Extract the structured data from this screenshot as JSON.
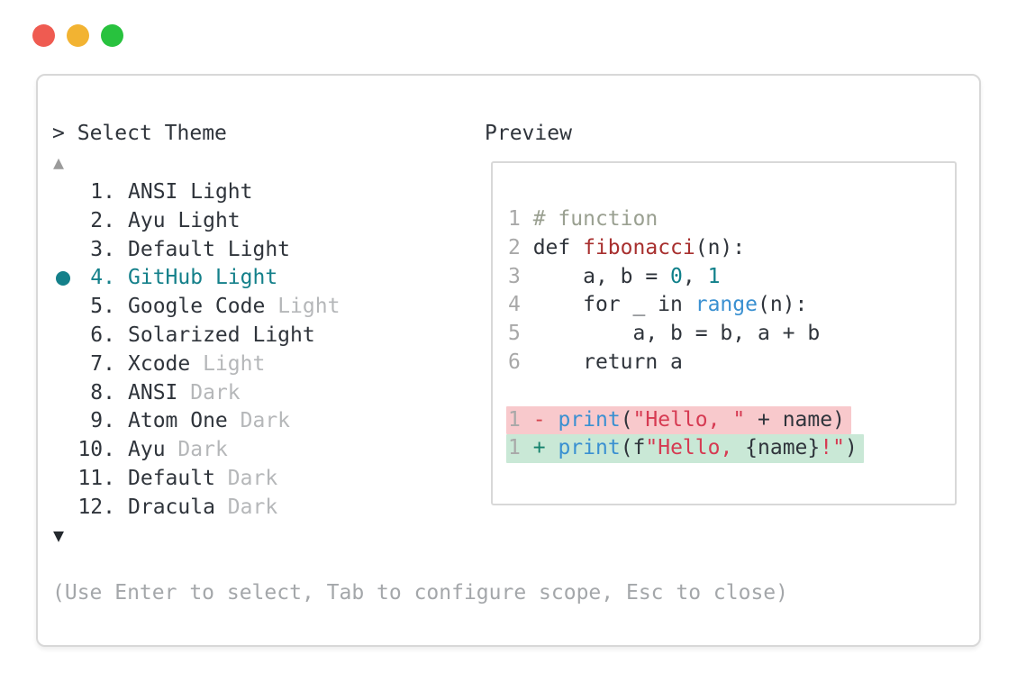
{
  "colors": {
    "traffic_red": "#ef5b51",
    "traffic_yellow": "#f2b332",
    "traffic_green": "#28c23e",
    "border": "#d8d8d8",
    "text": "#2f343b",
    "muted": "#b5b7b9",
    "footer_gray": "#a4a7aa",
    "accent_teal": "#14808a",
    "scroll_up": "#9b9b9b",
    "scroll_down": "#24292e",
    "line_number": "#a8a8a8",
    "comment": "#9aa091",
    "keyword_red": "#a8302f",
    "number_teal": "#10808a",
    "function_blue": "#3a90d1",
    "string_red": "#d63a52",
    "diff_minus": "#d64550",
    "diff_plus": "#16826d",
    "diff_removed_bg": "#f8c9cc",
    "diff_added_bg": "#c9e8d6"
  },
  "selector": {
    "prompt": ">",
    "title": "Select Theme",
    "scroll_up_icon": "▲",
    "scroll_down_icon": "▼",
    "items": [
      {
        "num": "1",
        "name": "ANSI",
        "variant": "Light",
        "variant_muted": false,
        "selected": false
      },
      {
        "num": "2",
        "name": "Ayu",
        "variant": "Light",
        "variant_muted": false,
        "selected": false
      },
      {
        "num": "3",
        "name": "Default",
        "variant": "Light",
        "variant_muted": false,
        "selected": false
      },
      {
        "num": "4",
        "name": "GitHub",
        "variant": "Light",
        "variant_muted": false,
        "selected": true
      },
      {
        "num": "5",
        "name": "Google Code",
        "variant": "Light",
        "variant_muted": true,
        "selected": false
      },
      {
        "num": "6",
        "name": "Solarized",
        "variant": "Light",
        "variant_muted": false,
        "selected": false
      },
      {
        "num": "7",
        "name": "Xcode",
        "variant": "Light",
        "variant_muted": true,
        "selected": false
      },
      {
        "num": "8",
        "name": "ANSI",
        "variant": "Dark",
        "variant_muted": true,
        "selected": false
      },
      {
        "num": "9",
        "name": "Atom One",
        "variant": "Dark",
        "variant_muted": true,
        "selected": false
      },
      {
        "num": "10",
        "name": "Ayu",
        "variant": "Dark",
        "variant_muted": true,
        "selected": false
      },
      {
        "num": "11",
        "name": "Default",
        "variant": "Dark",
        "variant_muted": true,
        "selected": false
      },
      {
        "num": "12",
        "name": "Dracula",
        "variant": "Dark",
        "variant_muted": true,
        "selected": false
      }
    ],
    "footer": "(Use Enter to select, Tab to configure scope, Esc to close)"
  },
  "preview": {
    "label": "Preview",
    "code_lines": [
      {
        "no": "1",
        "tokens": [
          {
            "t": " # function",
            "c": "comment"
          }
        ]
      },
      {
        "no": "2",
        "tokens": [
          {
            "t": " def ",
            "c": "text"
          },
          {
            "t": "fibonacci",
            "c": "keyword_red"
          },
          {
            "t": "(n):",
            "c": "text"
          }
        ]
      },
      {
        "no": "3",
        "tokens": [
          {
            "t": "     a, b = ",
            "c": "text"
          },
          {
            "t": "0",
            "c": "number_teal"
          },
          {
            "t": ", ",
            "c": "text"
          },
          {
            "t": "1",
            "c": "number_teal"
          }
        ]
      },
      {
        "no": "4",
        "tokens": [
          {
            "t": "     for _ in ",
            "c": "text"
          },
          {
            "t": "range",
            "c": "function_blue"
          },
          {
            "t": "(n):",
            "c": "text"
          }
        ]
      },
      {
        "no": "5",
        "tokens": [
          {
            "t": "         a, b = b, a + b",
            "c": "text"
          }
        ]
      },
      {
        "no": "6",
        "tokens": [
          {
            "t": "     return a",
            "c": "text"
          }
        ]
      },
      {
        "no": "",
        "tokens": []
      },
      {
        "no": "1",
        "bg": "removed",
        "tokens": [
          {
            "t": " ",
            "c": "text"
          },
          {
            "t": "-",
            "c": "diff_minus"
          },
          {
            "t": " ",
            "c": "text"
          },
          {
            "t": "print",
            "c": "function_blue"
          },
          {
            "t": "(",
            "c": "text"
          },
          {
            "t": "\"Hello, \"",
            "c": "string_red"
          },
          {
            "t": " + name)",
            "c": "text"
          }
        ]
      },
      {
        "no": "1",
        "bg": "added",
        "tokens": [
          {
            "t": " ",
            "c": "text"
          },
          {
            "t": "+",
            "c": "diff_plus"
          },
          {
            "t": " ",
            "c": "text"
          },
          {
            "t": "print",
            "c": "function_blue"
          },
          {
            "t": "(f",
            "c": "text"
          },
          {
            "t": "\"Hello, ",
            "c": "string_red"
          },
          {
            "t": "{name}",
            "c": "text"
          },
          {
            "t": "!\"",
            "c": "string_red"
          },
          {
            "t": ")",
            "c": "text"
          }
        ]
      }
    ]
  }
}
